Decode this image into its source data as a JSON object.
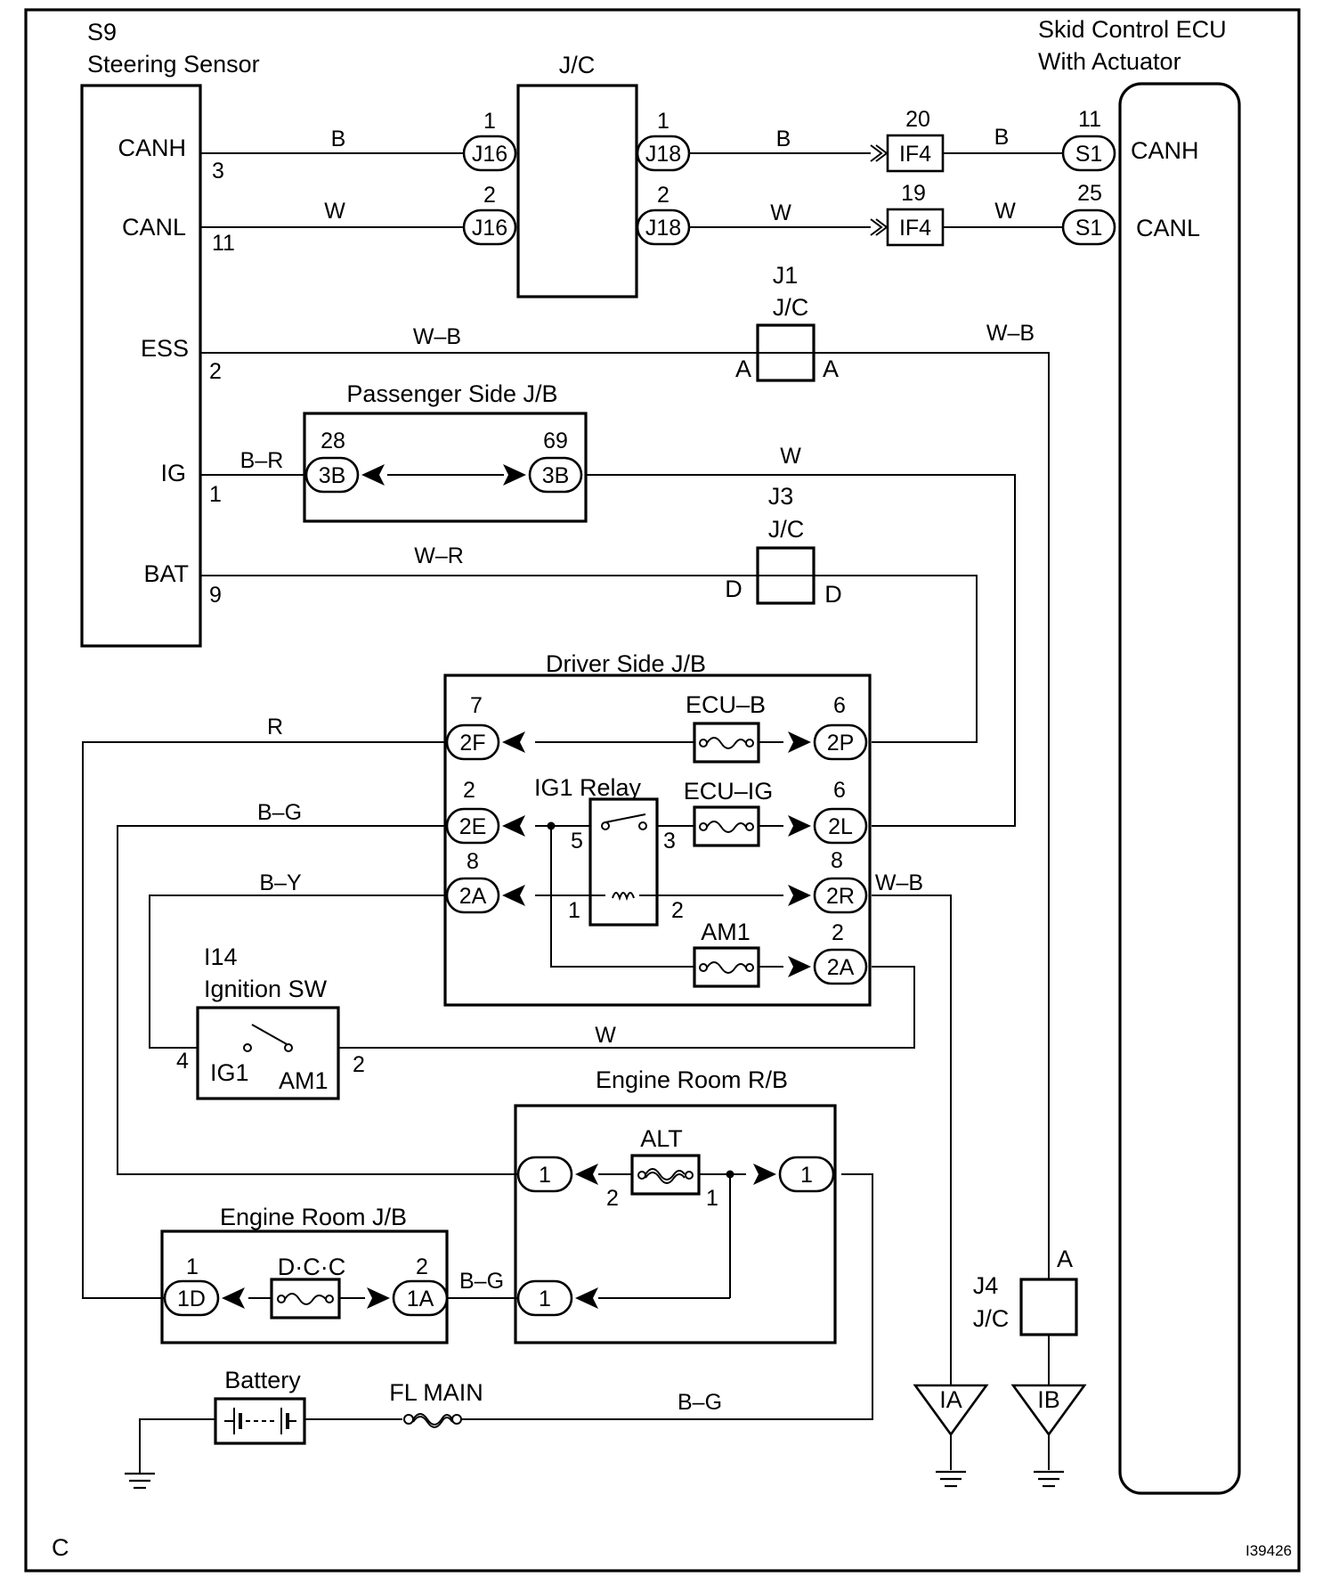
{
  "components": {
    "sensor": {
      "code": "S9",
      "name": "Steering Sensor",
      "pins": [
        "CANH",
        "CANL",
        "ESS",
        "IG",
        "BAT"
      ],
      "pin_numbers": [
        "3",
        "11",
        "2",
        "1",
        "9"
      ]
    },
    "jc_main": {
      "name": "J/C"
    },
    "ecu": {
      "name_line1": "Skid Control ECU",
      "name_line2": "With Actuator",
      "pins": [
        "CANH",
        "CANL"
      ]
    },
    "j1": {
      "code": "J1",
      "name": "J/C",
      "term_left": "A",
      "term_right": "A"
    },
    "j3": {
      "code": "J3",
      "name": "J/C",
      "term_left": "D",
      "term_right": "D"
    },
    "j4": {
      "code": "J4",
      "name": "J/C",
      "term": "A"
    },
    "passenger_jb": {
      "name": "Passenger Side J/B"
    },
    "driver_jb": {
      "name": "Driver Side J/B",
      "fuse_ecu_b": "ECU–B",
      "fuse_ecu_ig": "ECU–IG",
      "fuse_am1": "AM1",
      "relay": "IG1 Relay"
    },
    "ignition_sw": {
      "code": "I14",
      "name": "Ignition SW",
      "term_ig1": "IG1",
      "term_am1": "AM1",
      "pin_left": "4",
      "pin_right": "2"
    },
    "engine_rb": {
      "name": "Engine Room R/B",
      "fuse": "ALT"
    },
    "engine_jb": {
      "name": "Engine Room J/B",
      "fuse": "D·C·C"
    },
    "battery": {
      "name": "Battery"
    },
    "fl_main": {
      "name": "FL MAIN"
    },
    "grounds": [
      "IA",
      "IB"
    ]
  },
  "connectors": {
    "j16_1": "J16",
    "j16_2": "J16",
    "j18_1": "J18",
    "j18_2": "J18",
    "if4_1": "IF4",
    "if4_2": "IF4",
    "s1_1": "S1",
    "s1_2": "S1",
    "p3b_l": "3B",
    "p3b_r": "3B",
    "p2f": "2F",
    "p2p": "2P",
    "p2e": "2E",
    "p2l": "2L",
    "p2a_l": "2A",
    "p2r": "2R",
    "p2a_r": "2A",
    "rb1_a": "1",
    "rb1_b": "1",
    "rb1_c": "1",
    "p1d": "1D",
    "p1a": "1A"
  },
  "pin_labels": {
    "j16_1": "1",
    "j16_2": "2",
    "j18_1": "1",
    "j18_2": "2",
    "if4_1": "20",
    "if4_2": "19",
    "s1_1": "11",
    "s1_2": "25",
    "p3b_l": "28",
    "p3b_r": "69",
    "p2f": "7",
    "p2p": "6",
    "p2e": "2",
    "p2l": "6",
    "p2a_l": "8",
    "p2r": "8",
    "p2a_r": "2",
    "relay_5": "5",
    "relay_3": "3",
    "relay_1": "1",
    "relay_2": "2",
    "alt_2": "2",
    "alt_1": "1",
    "p1d": "1",
    "p1a": "2"
  },
  "wire_colors": {
    "canh_1": "B",
    "canh_2": "B",
    "canh_3": "B",
    "canl_1": "W",
    "canl_2": "W",
    "canl_3": "W",
    "ess_l": "W–B",
    "ess_r": "W–B",
    "ig": "B–R",
    "ig_out": "W",
    "bat": "W–R",
    "r": "R",
    "bg": "B–G",
    "by": "B–Y",
    "wb": "W–B",
    "ign_w": "W",
    "jb_bg": "B–G",
    "main_bg": "B–G"
  },
  "footer": {
    "code": "C",
    "figure_id": "I39426"
  }
}
